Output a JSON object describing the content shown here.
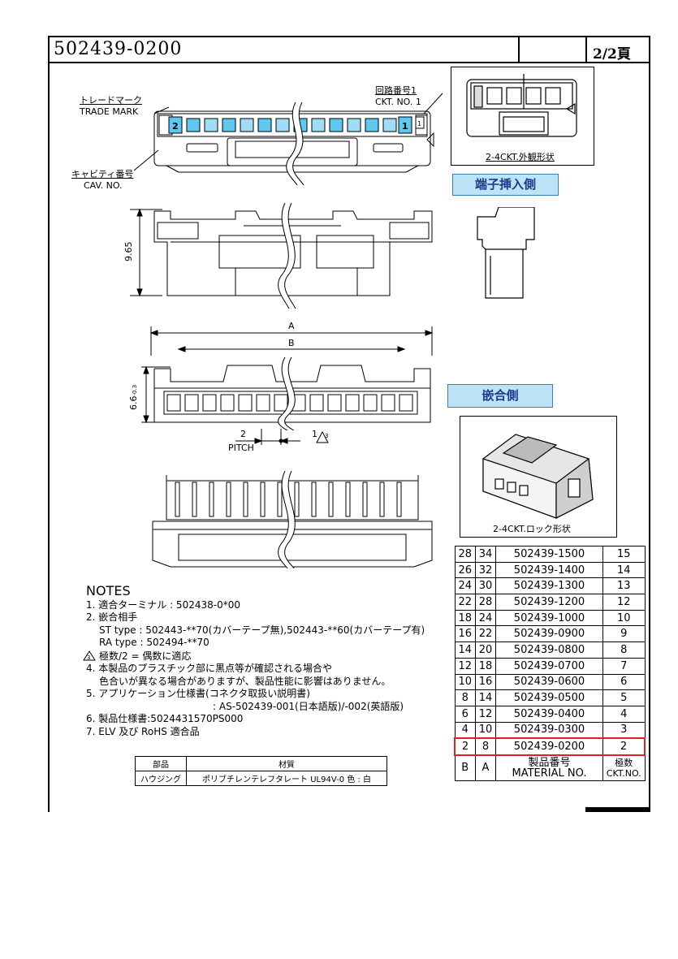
{
  "header": {
    "part_number": "502439-0200",
    "page": "2/2頁"
  },
  "labels": {
    "trade_mark_jp": "トレードマーク",
    "trade_mark_en": "TRADE MARK",
    "ckt_no_jp": "回路番号1",
    "ckt_no_en": "CKT. NO. 1",
    "cav_no_jp": "キャビティ番号",
    "cav_no_en": "CAV. NO.",
    "dim_height": "9.65",
    "dim_a": "A",
    "dim_b": "B",
    "dim_depth": "6.6",
    "dim_depth_tol": "-0.3",
    "pitch_value": "2",
    "pitch_label": "PITCH",
    "offset_value": "1",
    "offset_note": "3",
    "cav_left": "2",
    "cav_right": "1",
    "ckt_marker": "1",
    "view_outline": "2-4CKT.外観形状",
    "view_insert_side": "端子挿入側",
    "view_mating_side": "嵌合側",
    "view_lock": "2-4CKT.ロック形状"
  },
  "notes": {
    "title": "NOTES",
    "items": [
      "1. 適合ターミナル : 502438-0*00",
      "2. 嵌合相手",
      "ST type : 502443-**70(カバーテープ無),502443-**60(カバーテープ有)",
      "RA type : 502494-**70",
      "極数/2 = 偶数に適応",
      "4. 本製品のプラスチック部に黒点等が確認される場合や",
      "色合いが異なる場合がありますが、製品性能に影響はありません。",
      "5. アプリケーション仕様書(コネクタ取扱い説明書)",
      ": AS-502439-001(日本語版)/-002(英語版)",
      "6. 製品仕様書:5024431570PS000",
      "7. ELV 及び RoHS 適合品"
    ],
    "note3_marker": "3"
  },
  "parts_table": {
    "headers": [
      "部品",
      "材質"
    ],
    "rows": [
      [
        "ハウジング",
        "ポリブチレンテレフタレート UL94V-0 色 : 白"
      ]
    ]
  },
  "material_table": {
    "rows": [
      [
        "28",
        "34",
        "502439-1500",
        "15"
      ],
      [
        "26",
        "32",
        "502439-1400",
        "14"
      ],
      [
        "24",
        "30",
        "502439-1300",
        "13"
      ],
      [
        "22",
        "28",
        "502439-1200",
        "12"
      ],
      [
        "18",
        "24",
        "502439-1000",
        "10"
      ],
      [
        "16",
        "22",
        "502439-0900",
        "9"
      ],
      [
        "14",
        "20",
        "502439-0800",
        "8"
      ],
      [
        "12",
        "18",
        "502439-0700",
        "7"
      ],
      [
        "10",
        "16",
        "502439-0600",
        "6"
      ],
      [
        "8",
        "14",
        "502439-0500",
        "5"
      ],
      [
        "6",
        "12",
        "502439-0400",
        "4"
      ],
      [
        "4",
        "10",
        "502439-0300",
        "3"
      ],
      [
        "2",
        "8",
        "502439-0200",
        "2"
      ]
    ],
    "highlight_row": 12,
    "footer": {
      "b": "B",
      "a": "A",
      "material_jp": "製品番号",
      "material_en": "MATERIAL NO.",
      "ckt_jp": "極数",
      "ckt_en": "CKT.NO."
    }
  },
  "colors": {
    "label_fill": "#bfe3f6",
    "highlight": "#e02020",
    "cavity_fill": "#5ec8ef"
  }
}
